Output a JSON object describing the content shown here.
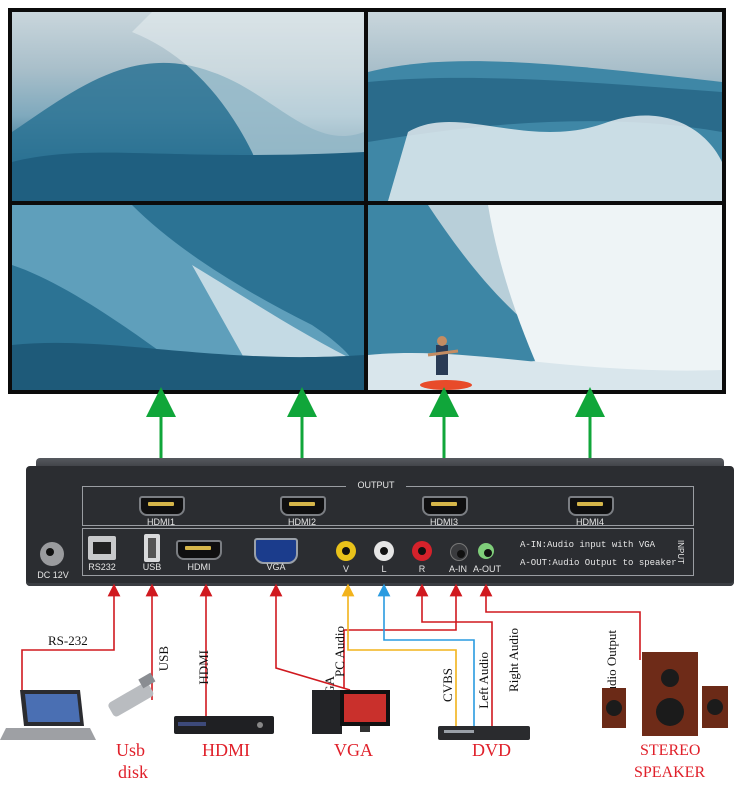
{
  "output_header": "OUTPUT",
  "input_header": "INPUT",
  "outputs": [
    "HDMI1",
    "HDMI2",
    "HDMI3",
    "HDMI4"
  ],
  "ports": {
    "dc": "DC 12V",
    "rs232": "RS232",
    "usb": "USB",
    "hdmi": "HDMI",
    "vga": "VGA",
    "v": "V",
    "l": "L",
    "r": "R",
    "ain": "A-IN",
    "aout": "A-OUT"
  },
  "notes": {
    "ain": "A-IN:Audio input with VGA",
    "aout": "A-OUT:Audio Output to speaker"
  },
  "wire_labels": {
    "rs232": "RS-232",
    "usb": "USB",
    "hdmi": "HDMI",
    "vga": "VGA",
    "pc_audio": "PC Audio",
    "cvbs": "CVBS",
    "left_audio": "Left Audio",
    "right_audio": "Right Audio",
    "audio_output": "Audio Output"
  },
  "devices": {
    "usb1": "Usb",
    "usb2": "disk",
    "hdmi": "HDMI",
    "vga": "VGA",
    "dvd": "DVD",
    "speaker1": "STEREO",
    "speaker2": "SPEAKER"
  },
  "colors": {
    "arrow_green": "#10a63a",
    "wire_red": "#d0191f",
    "wire_yellow": "#f2b31c",
    "wire_blue": "#2a9be0",
    "label_red": "#e0202a"
  }
}
